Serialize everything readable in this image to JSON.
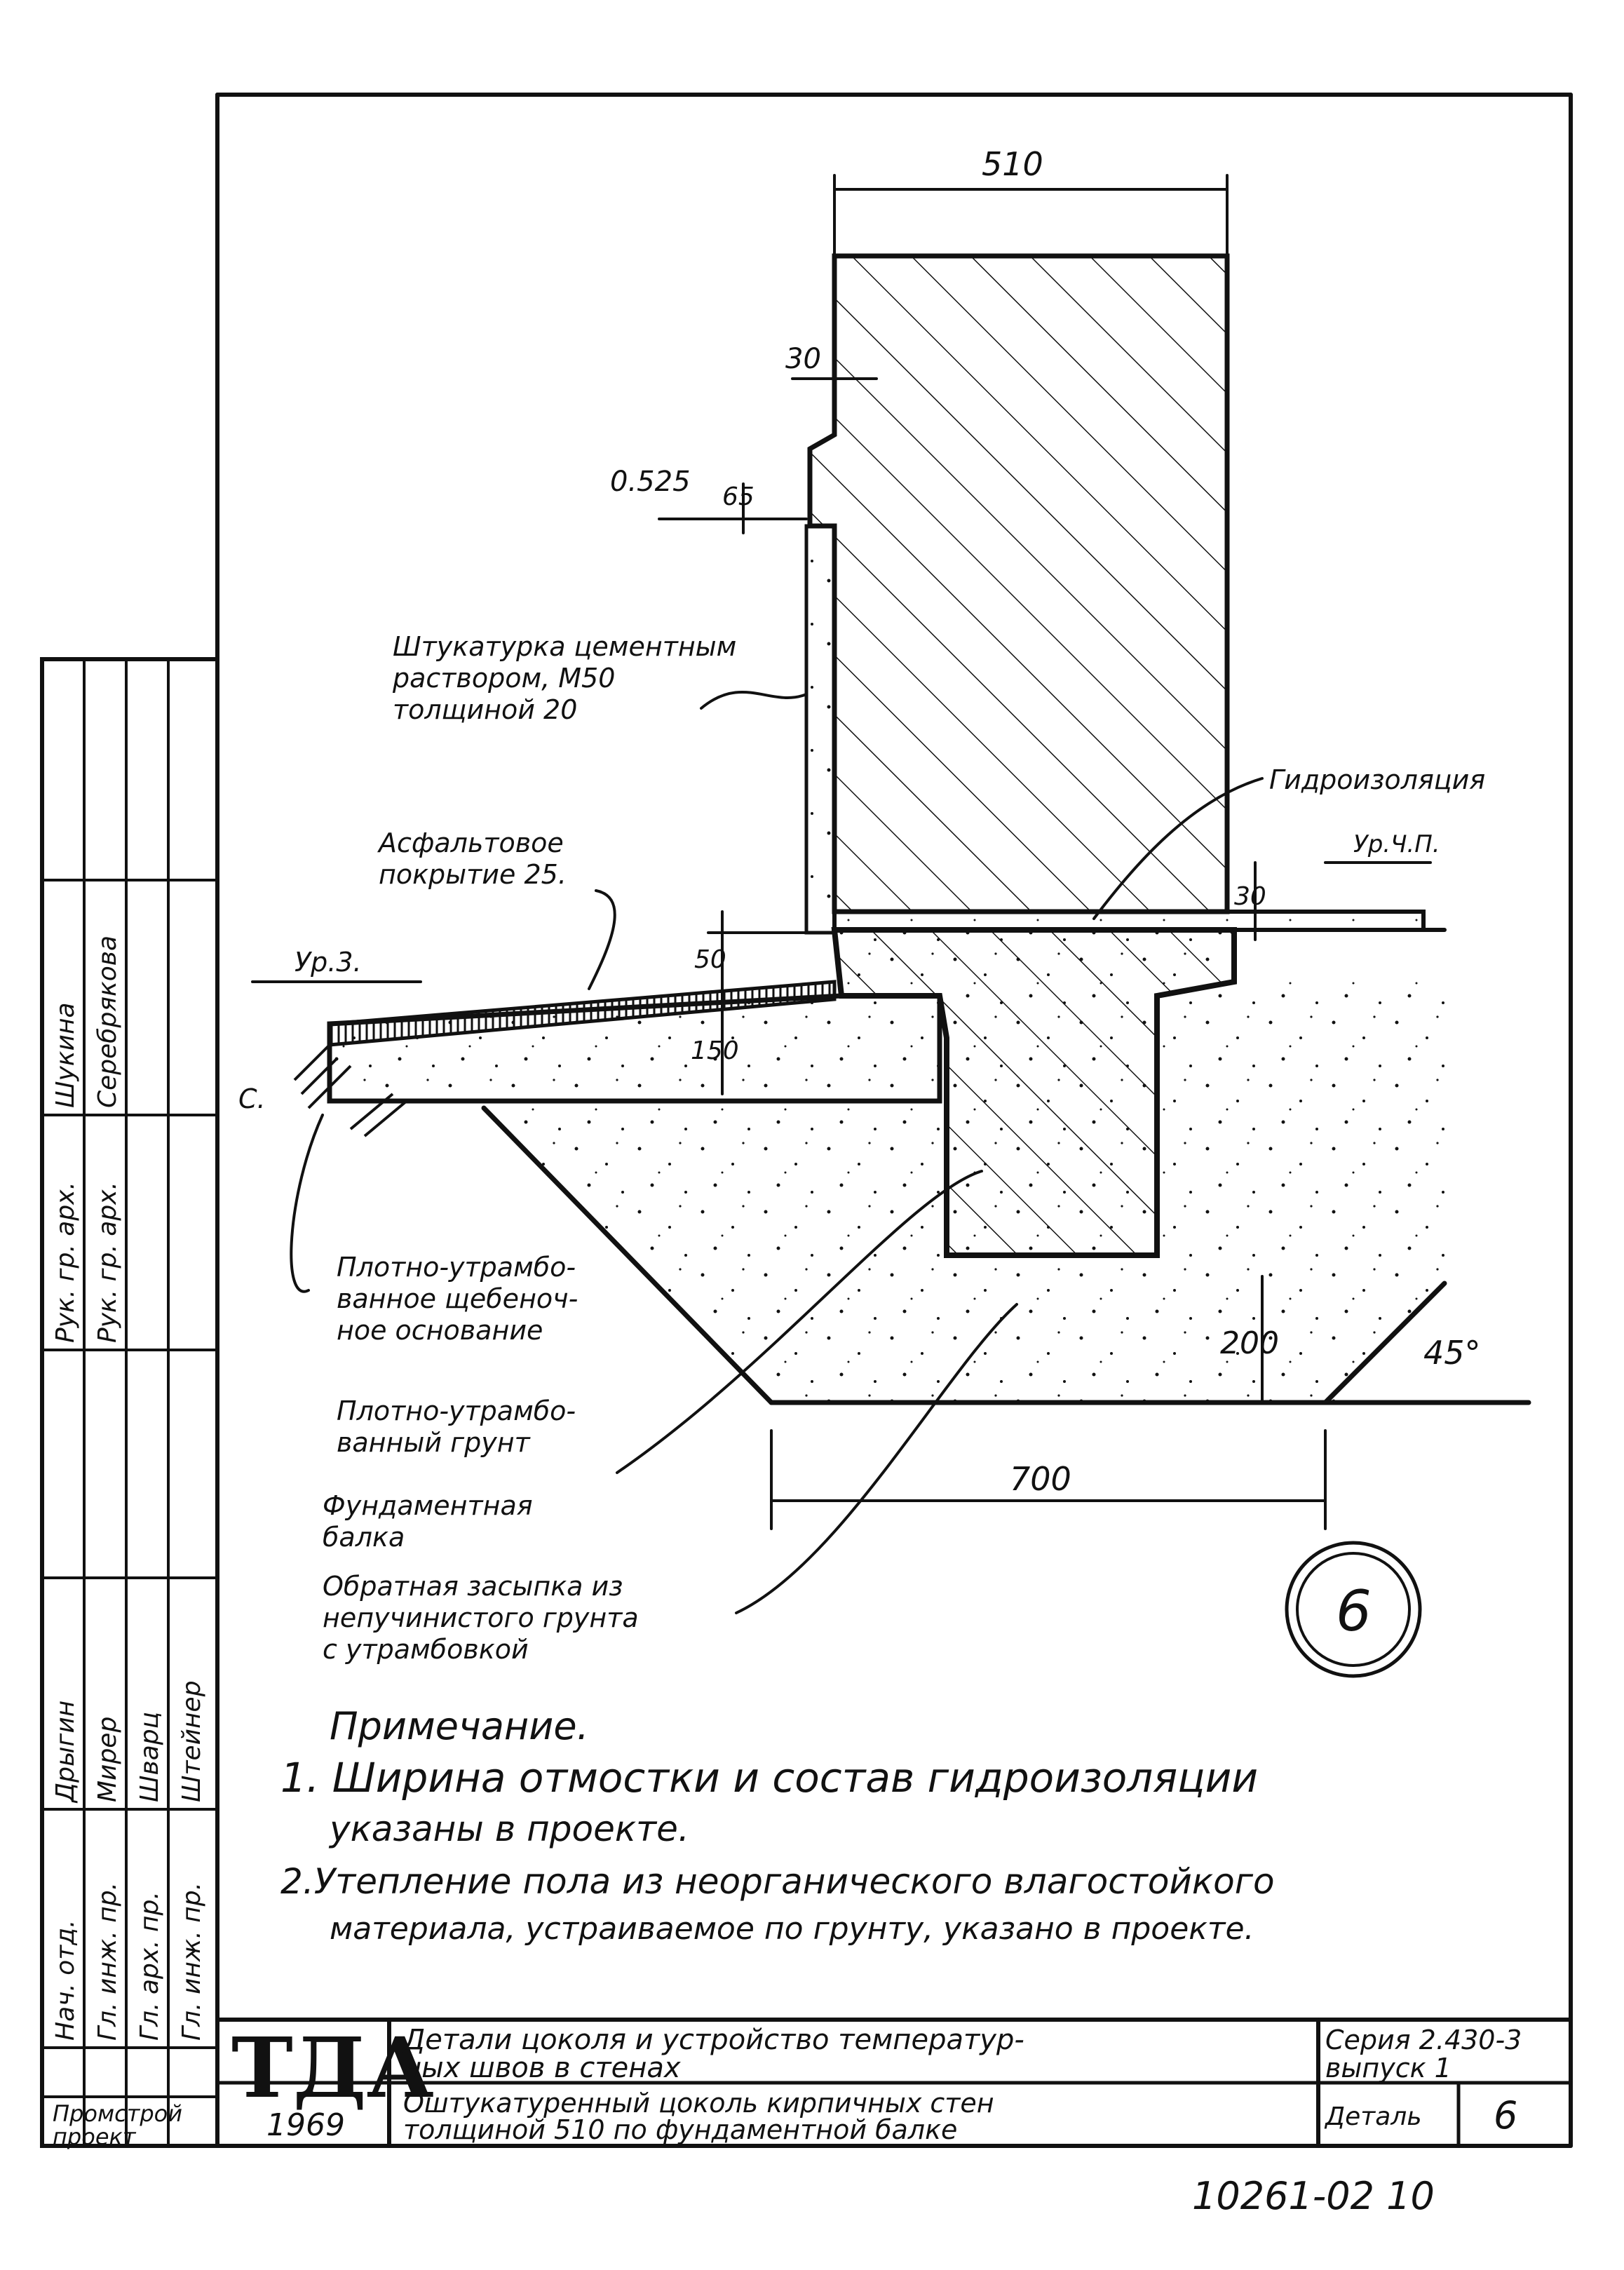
{
  "dimensions": {
    "wall_width": "510",
    "plaster_step": "30",
    "socle_height": "65",
    "level_socle": "0.525",
    "waterproofing_gap": "30",
    "asphalt_offset": "50",
    "slab_thickness": "150",
    "beam_depth": "200",
    "footing_width": "700",
    "angle": "45°"
  },
  "levels": {
    "ground": "Ур.3.",
    "floor": "Ур.Ч.П."
  },
  "labels": {
    "plaster": [
      "Штукатурка цементным",
      "раствором, М50",
      "толщиной 20"
    ],
    "waterproofing": "Гидроизоляция",
    "asphalt": [
      "Асфальтовое",
      "покрытие 25."
    ],
    "crushed_stone": [
      "Плотно-утрамбо-",
      "ванное щебеноч-",
      "ное основание"
    ],
    "compacted_soil": [
      "Плотно-утрамбо-",
      "ванный грунт"
    ],
    "foundation_beam": [
      "Фундаментная",
      "балка"
    ],
    "backfill": [
      "Обратная засыпка из",
      "непучинистого грунта",
      "с утрамбовкой"
    ],
    "soil_mark": "С."
  },
  "detail_number": "6",
  "notes": {
    "title": "Примечание.",
    "line1": "1. Ширина отмостки и состав гидроизоляции",
    "line1b": "указаны в проекте.",
    "line2": "2.Утепление пола из неорганического влагостойкого",
    "line2b": "материала, устраиваемое по грунту, указано в проекте."
  },
  "title_block": {
    "logo": "ТДА",
    "year": "1969",
    "org": [
      "Промстрой",
      "проект"
    ],
    "title_main": [
      "Детали цоколя и устройство температур-",
      "ных швов в стенах"
    ],
    "title_sub": [
      "Оштукатуренный цоколь кирпичных стен",
      "толщиной 510 по фундаментной балке"
    ],
    "series_label": "Серия 2.430-3",
    "issue_label": "выпуск 1",
    "detail_label": "Деталь",
    "detail_value": "6"
  },
  "side_stamp": {
    "rows": [
      {
        "role": "Нач. отд.",
        "name": "Дрыгин"
      },
      {
        "role": "Гл. инж. пр.",
        "name": "Мирер"
      },
      {
        "role": "Гл. арх. пр.",
        "name": "Шварц"
      },
      {
        "role": "Гл. инж. пр.",
        "name": "Штейнер"
      },
      {
        "role": "Рук. гр. арх.",
        "name": "Шукина"
      },
      {
        "role": "Рук. гр. арх.",
        "name": "Серебрякова"
      }
    ]
  },
  "sheet_code": "10261-02 10"
}
